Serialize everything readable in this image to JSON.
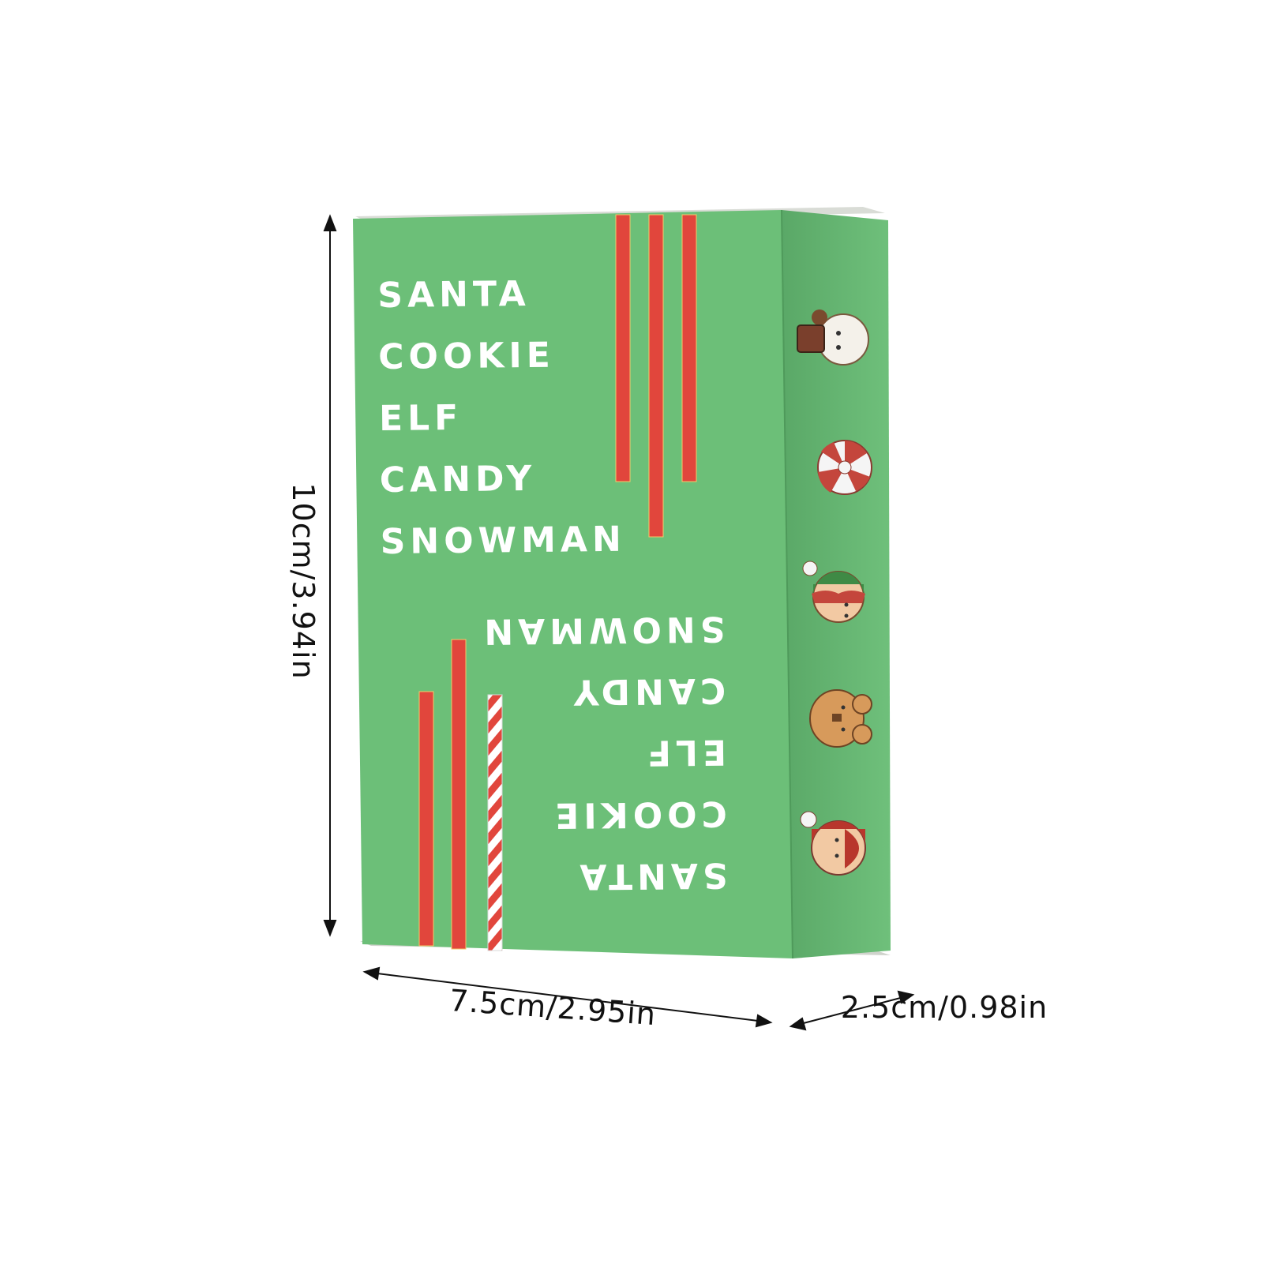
{
  "product": {
    "front_words": [
      "SANTA",
      "COOKIE",
      "ELF",
      "CANDY",
      "SNOWMAN"
    ],
    "colors": {
      "box_green": "#6cbf78",
      "box_green_dark": "#58a865",
      "stripe_red": "#e1463c",
      "white": "#ffffff"
    },
    "side_icons": [
      "snowman-icon",
      "peppermint-candy-icon",
      "elf-icon",
      "gingerbread-cookie-icon",
      "santa-icon"
    ]
  },
  "dimensions": {
    "height_label": "10cm/3.94in",
    "width_label": "7.5cm/2.95in",
    "depth_label": "2.5cm/0.98in"
  }
}
